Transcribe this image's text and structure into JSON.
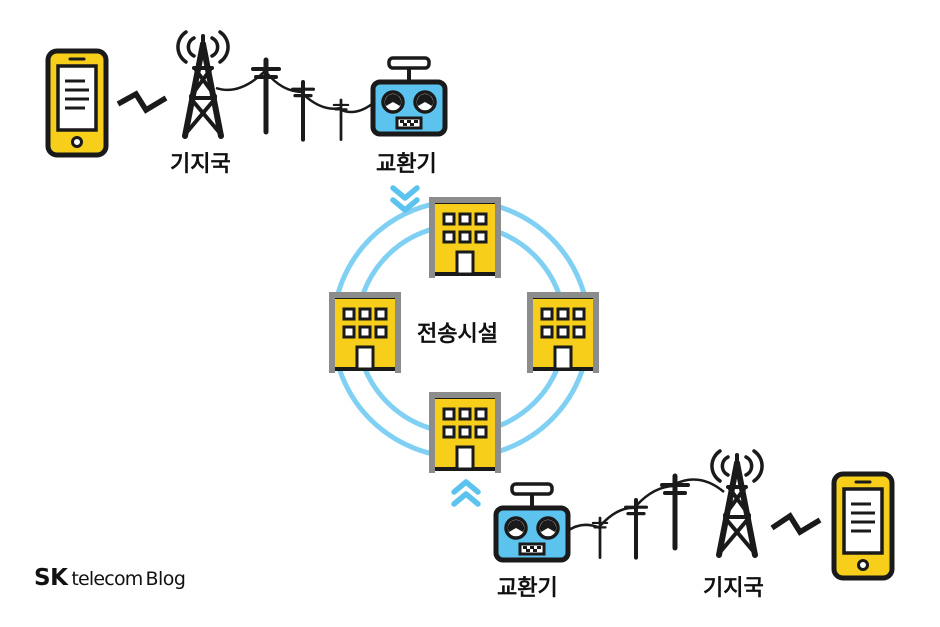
{
  "labels": {
    "base_station": "기지국",
    "exchange": "교환기",
    "transmission": "전송시설"
  },
  "brand": {
    "sk": "SK",
    "telecom": "telecom",
    "blog": "Blog"
  },
  "colors": {
    "yellow": "#f7cf1a",
    "outline": "#1a1a1a",
    "ring": "#7fd0f3",
    "exchange_body": "#5cc3ef",
    "chevron": "#5cc3ef",
    "building_gray": "#8c8c8c"
  },
  "icons": [
    "smartphone-icon",
    "lightning-signal-icon",
    "cell-tower-icon",
    "utility-pole-icon",
    "exchange-machine-icon",
    "building-icon",
    "chevron-down-icon",
    "chevron-up-icon"
  ]
}
